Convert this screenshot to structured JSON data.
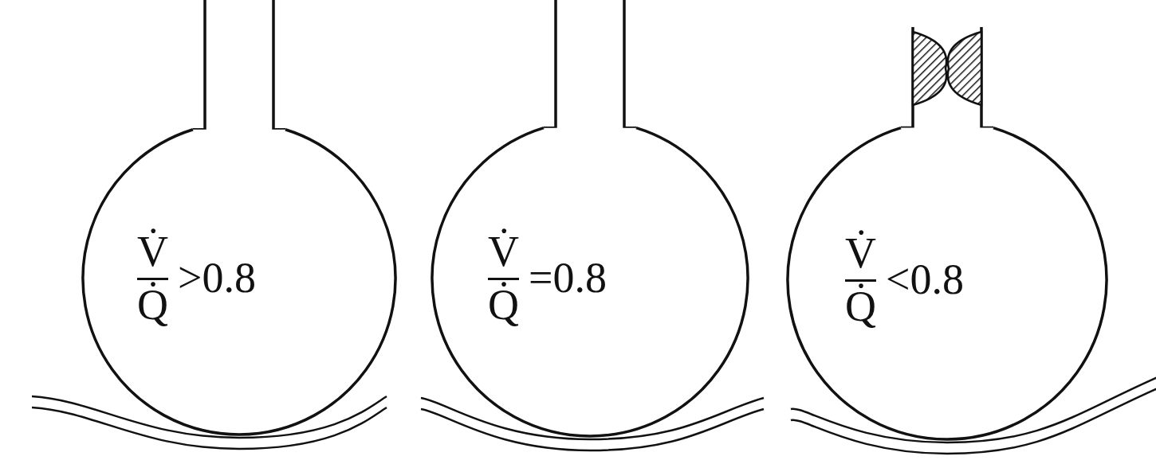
{
  "diagram": {
    "nodes": [
      {
        "text": [
          "V̇",
          "Q̇",
          ">0.8"
        ]
      },
      {
        "text": [
          "V̇",
          "Q̇",
          "=0.8"
        ]
      },
      {
        "text": [
          "V̇",
          "Q̇",
          "<0.8"
        ]
      }
    ]
  }
}
